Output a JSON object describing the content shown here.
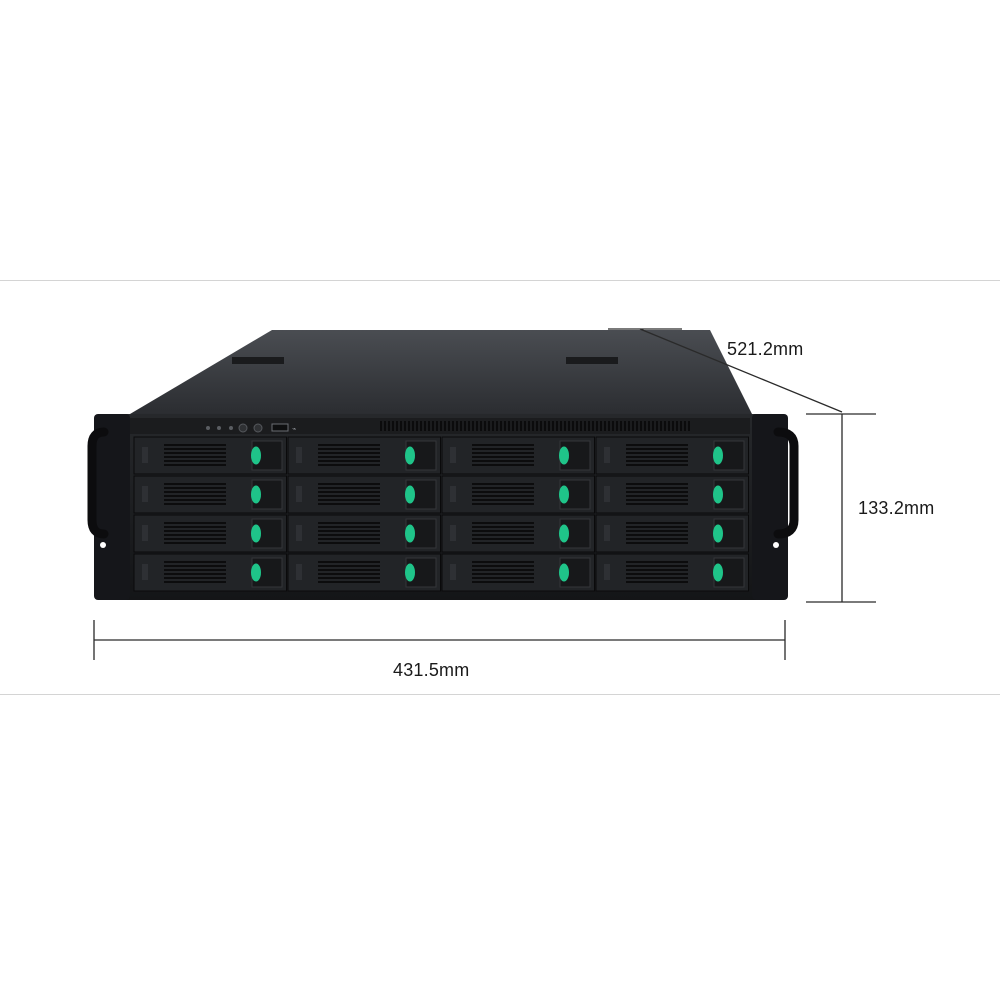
{
  "dimensions": {
    "depth": "521.2mm",
    "height": "133.2mm",
    "width": "431.5mm"
  },
  "chassis": {
    "drive_bay_rows": 4,
    "drive_bay_columns": 4,
    "latch_color": "#1fc489",
    "body_color": "#1c1d1f",
    "top_color": "#3a3d41"
  }
}
